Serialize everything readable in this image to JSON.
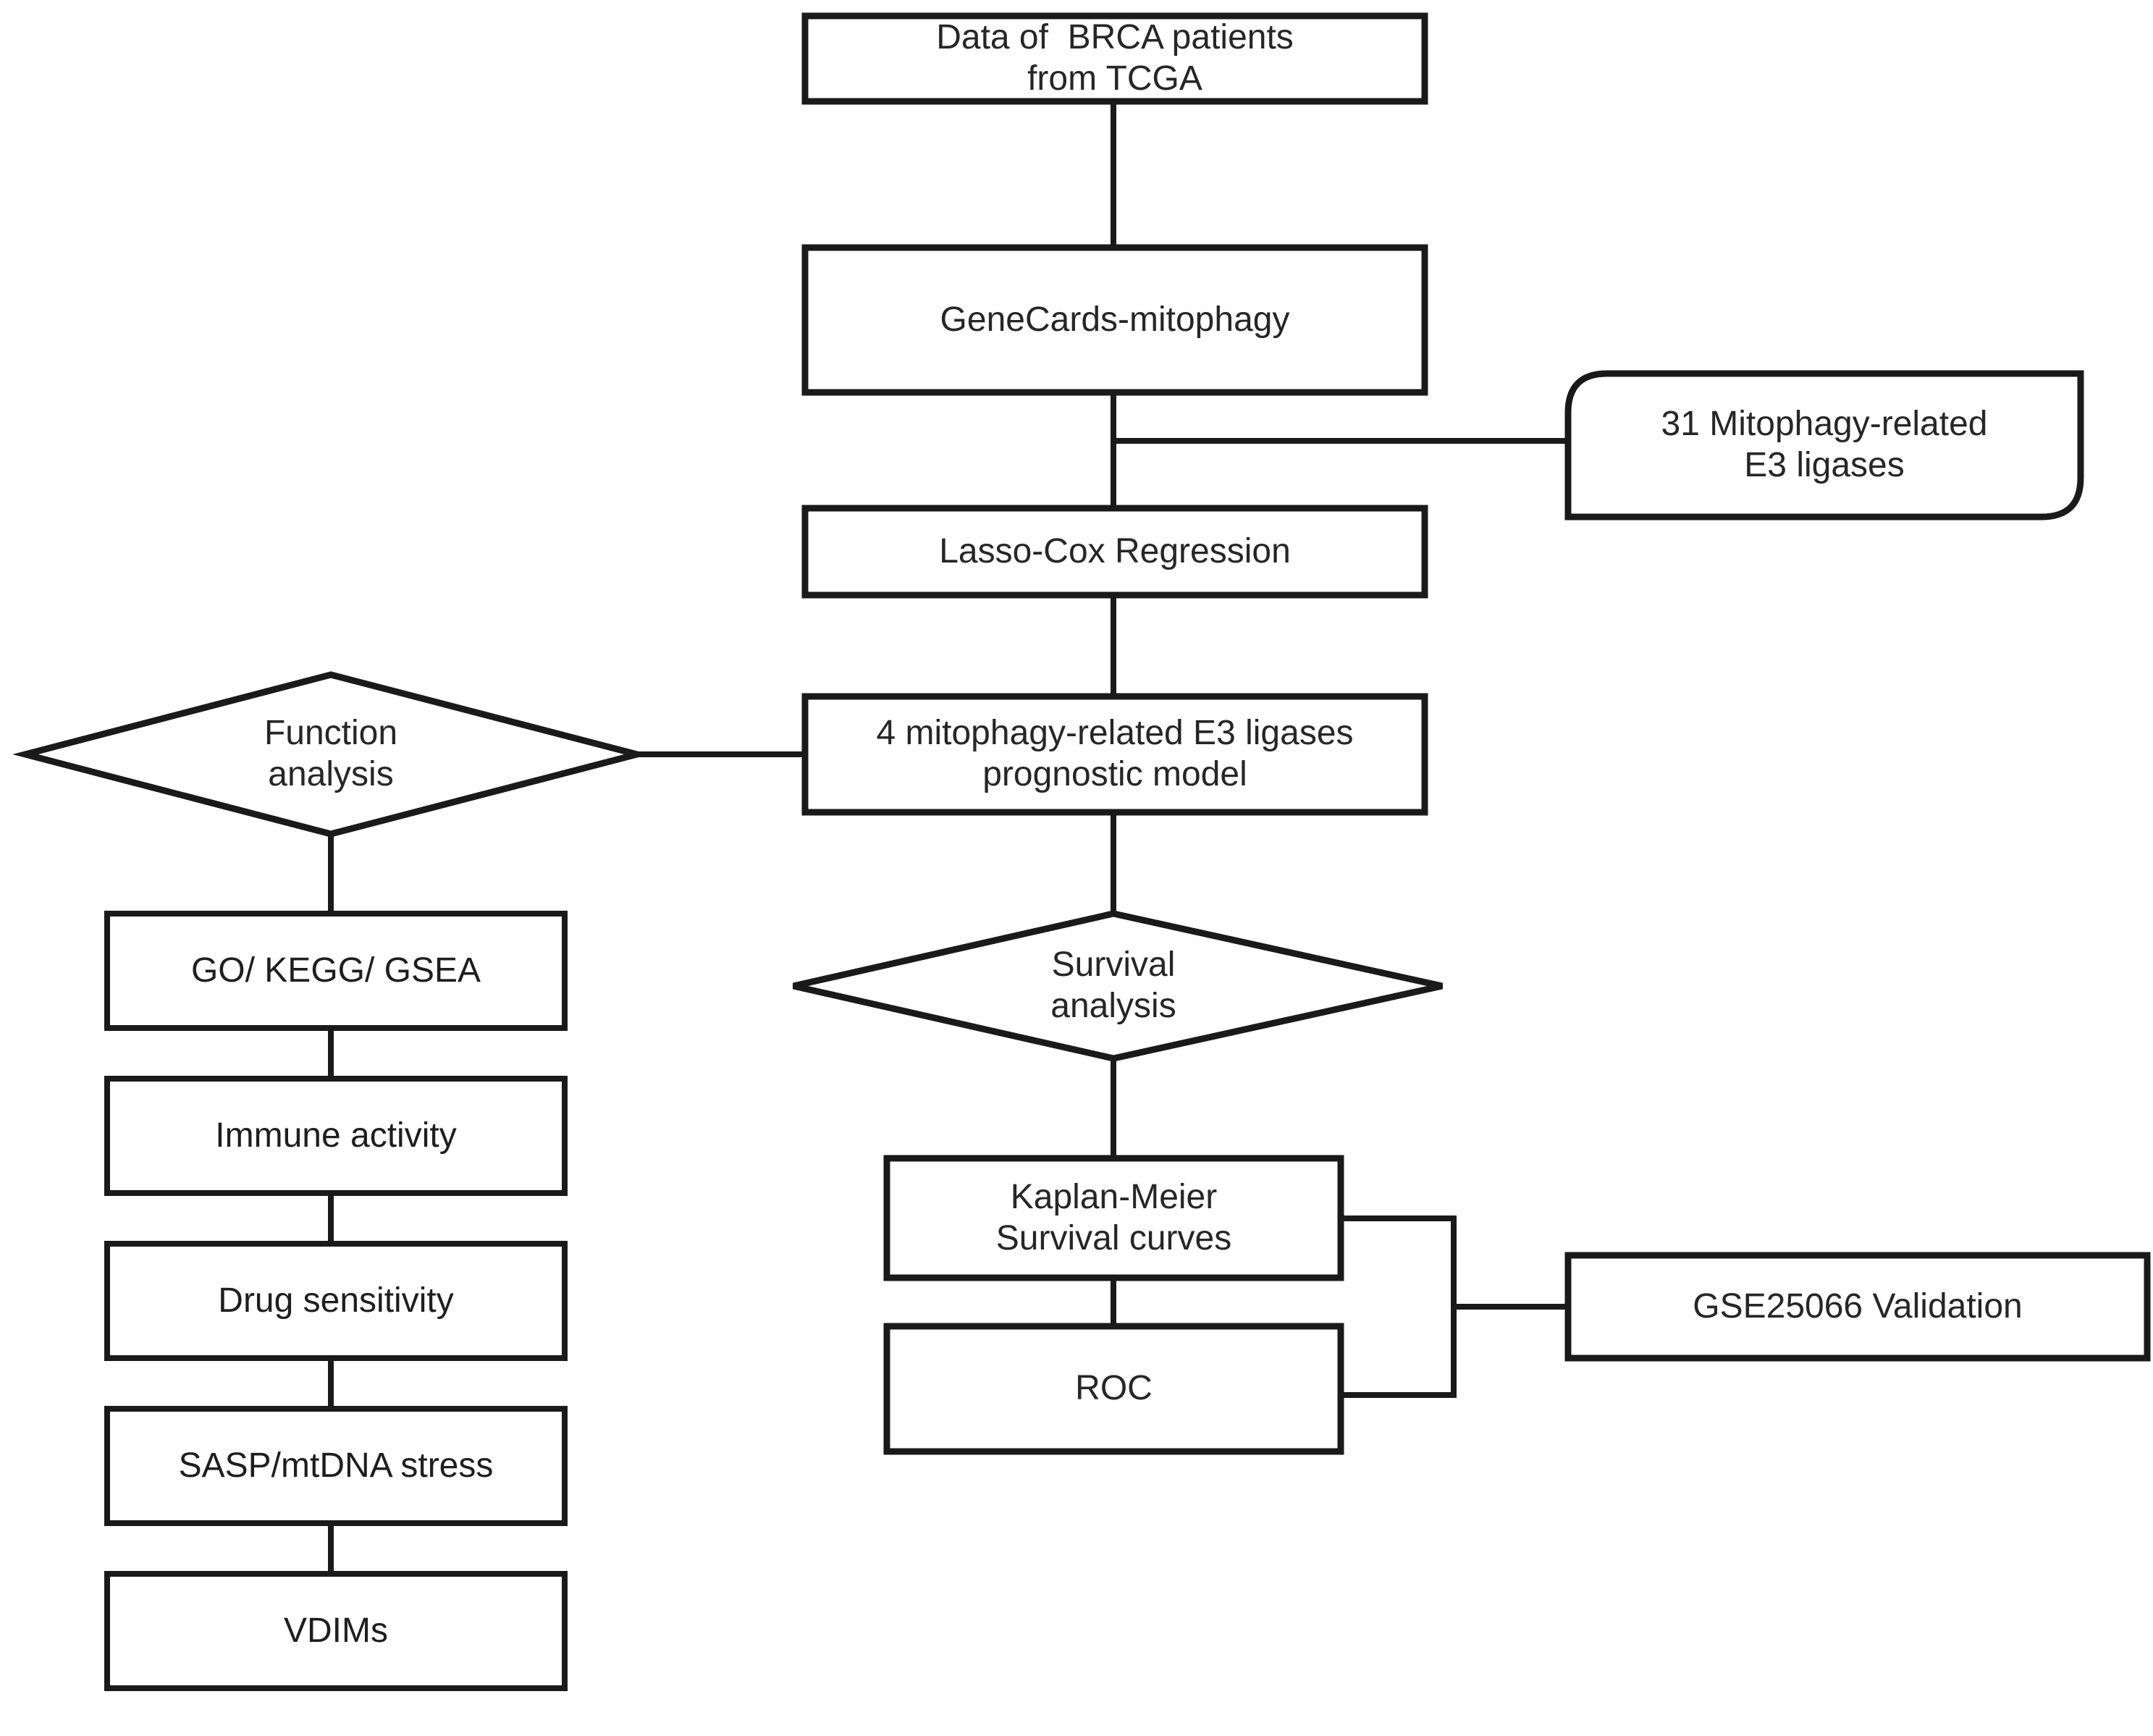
{
  "diagram": {
    "title": "Study workflow flowchart",
    "background_color": "#ffffff",
    "stroke_color": "#1a1a1a",
    "text_color": "#262626"
  },
  "nodes": {
    "data_source": {
      "shape": "rectangle",
      "line1": "Data of  BRCA patients",
      "line2": "from TCGA"
    },
    "genecards": {
      "shape": "rectangle",
      "line1": "GeneCards-mitophagy"
    },
    "e3_ligases": {
      "shape": "rounded-rectangle",
      "line1": "31 Mitophagy-related",
      "line2": "E3 ligases"
    },
    "lasso_cox": {
      "shape": "rectangle",
      "line1": "Lasso-Cox Regression"
    },
    "prognostic_model": {
      "shape": "rectangle",
      "line1": "4 mitophagy-related E3 ligases",
      "line2": "prognostic model"
    },
    "function_analysis": {
      "shape": "diamond",
      "line1": "Function",
      "line2": "analysis"
    },
    "survival_analysis": {
      "shape": "diamond",
      "line1": "Survival",
      "line2": "analysis"
    },
    "go_kegg_gsea": {
      "shape": "rectangle",
      "line1": "GO/ KEGG/ GSEA"
    },
    "immune_activity": {
      "shape": "rectangle",
      "line1": "Immune activity"
    },
    "drug_sensitivity": {
      "shape": "rectangle",
      "line1": "Drug sensitivity"
    },
    "sasp_mtdna": {
      "shape": "rectangle",
      "line1": "SASP/mtDNA stress"
    },
    "vdims": {
      "shape": "rectangle",
      "line1": "VDIMs"
    },
    "kaplan_meier": {
      "shape": "rectangle",
      "line1": "Kaplan-Meier",
      "line2": "Survival curves"
    },
    "roc": {
      "shape": "rectangle",
      "line1": "ROC"
    },
    "gse_validation": {
      "shape": "rectangle",
      "line1": "GSE25066 Validation"
    }
  }
}
